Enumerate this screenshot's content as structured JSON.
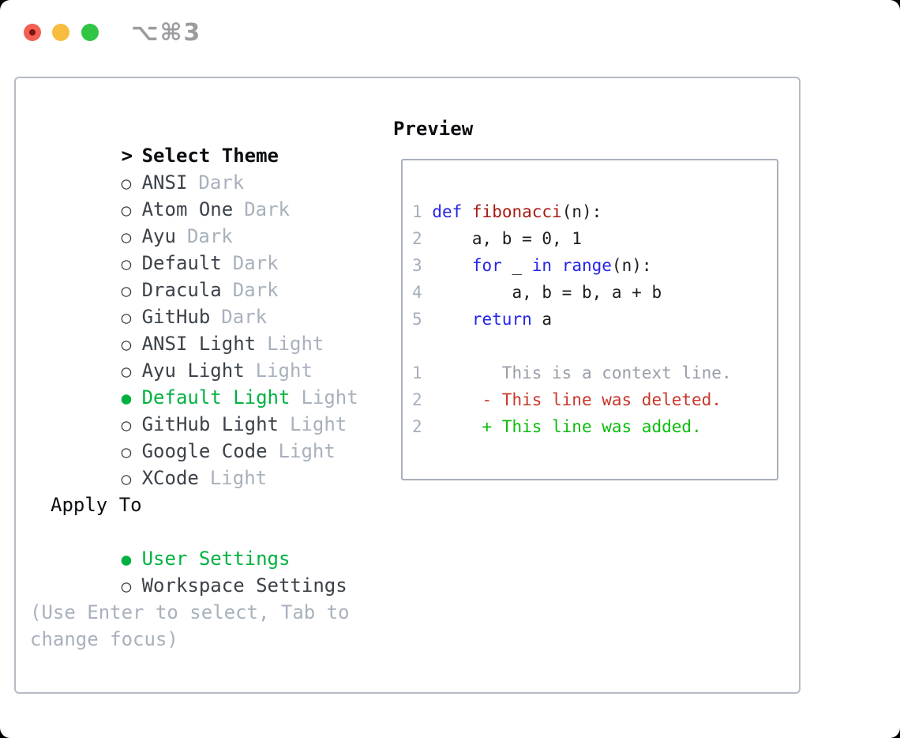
{
  "window": {
    "title": "⌥⌘3"
  },
  "panel": {
    "theme_list": {
      "marker": ">",
      "header": "Select Theme",
      "items": [
        {
          "marker": "○",
          "name": "ANSI",
          "variant": "Dark",
          "selected": false
        },
        {
          "marker": "○",
          "name": "Atom One",
          "variant": "Dark",
          "selected": false
        },
        {
          "marker": "○",
          "name": "Ayu",
          "variant": "Dark",
          "selected": false
        },
        {
          "marker": "○",
          "name": "Default",
          "variant": "Dark",
          "selected": false
        },
        {
          "marker": "○",
          "name": "Dracula",
          "variant": "Dark",
          "selected": false
        },
        {
          "marker": "○",
          "name": "GitHub",
          "variant": "Dark",
          "selected": false
        },
        {
          "marker": "○",
          "name": "ANSI Light",
          "variant": "Light",
          "selected": false
        },
        {
          "marker": "○",
          "name": "Ayu Light",
          "variant": "Light",
          "selected": false
        },
        {
          "marker": "●",
          "name": "Default Light",
          "variant": "Light",
          "selected": true
        },
        {
          "marker": "○",
          "name": "GitHub Light",
          "variant": "Light",
          "selected": false
        },
        {
          "marker": "○",
          "name": "Google Code",
          "variant": "Light",
          "selected": false
        },
        {
          "marker": "○",
          "name": "XCode",
          "variant": "Light",
          "selected": false
        }
      ]
    },
    "apply_to": {
      "header": "Apply To",
      "items": [
        {
          "marker": "●",
          "name": "User Settings",
          "selected": true
        },
        {
          "marker": "○",
          "name": "Workspace Settings",
          "selected": false
        }
      ]
    },
    "hint": "(Use Enter to select, Tab to change focus)"
  },
  "preview": {
    "title": "Preview",
    "code_lines": [
      {
        "num": "1",
        "segs": [
          {
            "t": " ",
            "c": "pl"
          },
          {
            "t": "def",
            "c": "kw"
          },
          {
            "t": " ",
            "c": "pl"
          },
          {
            "t": "fibonacci",
            "c": "fn"
          },
          {
            "t": "(n):",
            "c": "pl"
          }
        ]
      },
      {
        "num": "2",
        "segs": [
          {
            "t": "     a, b = 0, 1",
            "c": "pl"
          }
        ]
      },
      {
        "num": "3",
        "segs": [
          {
            "t": "     ",
            "c": "pl"
          },
          {
            "t": "for",
            "c": "kw"
          },
          {
            "t": " _ ",
            "c": "pl"
          },
          {
            "t": "in",
            "c": "kw"
          },
          {
            "t": " ",
            "c": "pl"
          },
          {
            "t": "range",
            "c": "kw"
          },
          {
            "t": "(n):",
            "c": "pl"
          }
        ]
      },
      {
        "num": "4",
        "segs": [
          {
            "t": "         a, b = b, a + b",
            "c": "pl"
          }
        ]
      },
      {
        "num": "5",
        "segs": [
          {
            "t": "     ",
            "c": "pl"
          },
          {
            "t": "return",
            "c": "kw"
          },
          {
            "t": " a",
            "c": "pl"
          }
        ]
      }
    ],
    "diff_lines": [
      {
        "num": "1",
        "kind": "context",
        "text": "        This is a context line."
      },
      {
        "num": "2",
        "kind": "deleted",
        "text": "      - This line was deleted."
      },
      {
        "num": "2",
        "kind": "added",
        "text": "      + This line was added."
      }
    ]
  },
  "colors": {
    "selection_green": "#00b140",
    "diff_added_green": "#0cbc0c",
    "diff_deleted_red": "#c8372a",
    "diff_context_gray": "#979ea7",
    "keyword_blue": "#2424e8",
    "function_red": "#a61b14",
    "line_number_gray": "#a6aeb9",
    "muted_gray": "#a8b1bd",
    "item_text": "#3c4249",
    "header_black": "#0b0e11",
    "panel_border": "#b5bbc5",
    "preview_border": "#a9b0bb",
    "traffic_red": "#f45f54",
    "traffic_yellow": "#f8bd3f",
    "traffic_green": "#31c546",
    "title_gray": "#9a9ca0"
  }
}
